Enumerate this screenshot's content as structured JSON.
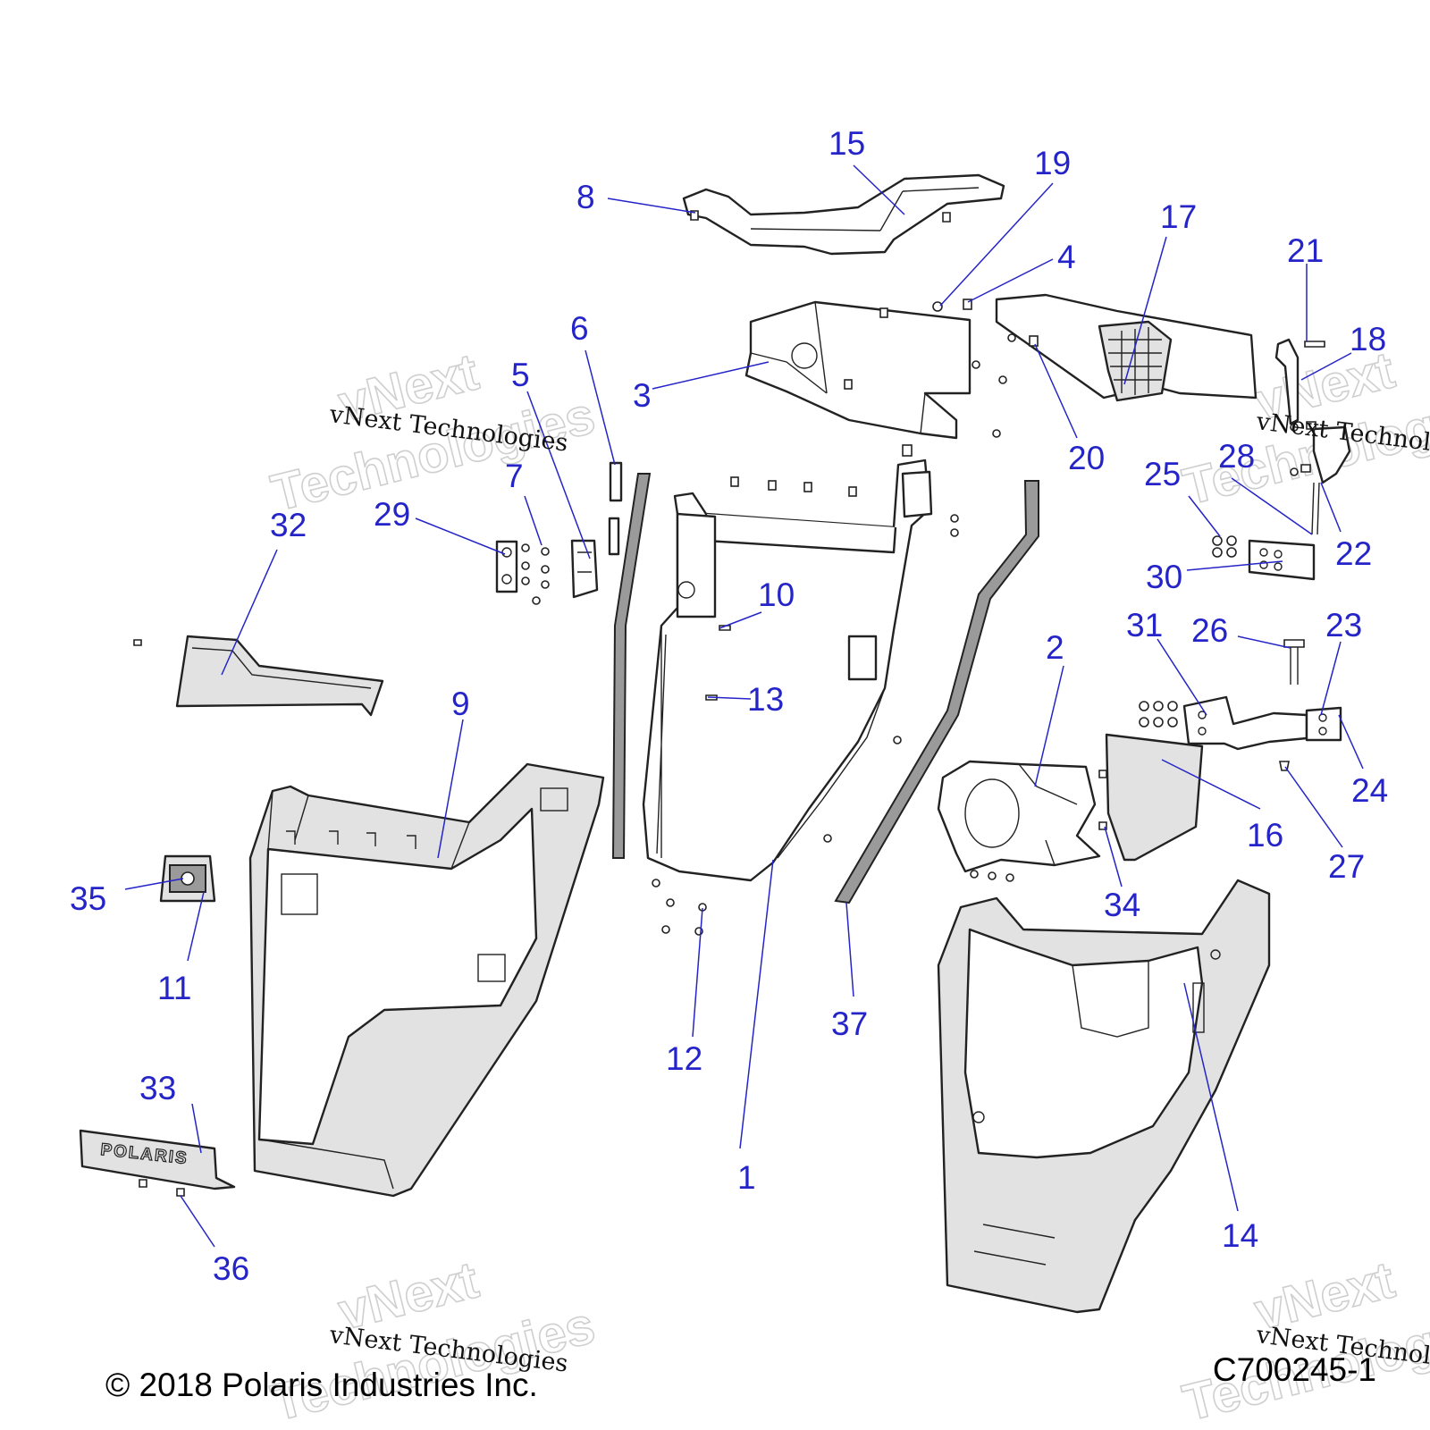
{
  "diagram": {
    "callouts": [
      "1",
      "2",
      "3",
      "4",
      "5",
      "6",
      "7",
      "8",
      "9",
      "10",
      "11",
      "12",
      "13",
      "14",
      "15",
      "16",
      "17",
      "18",
      "19",
      "20",
      "21",
      "22",
      "23",
      "24",
      "25",
      "26",
      "27",
      "28",
      "29",
      "30",
      "31",
      "32",
      "33",
      "34",
      "35",
      "36",
      "37"
    ],
    "logo_text": "POLARIS",
    "watermark": {
      "text": "vNext Technologies",
      "ghost_word_1": "vNext",
      "ghost_word_2": "Technologies"
    }
  },
  "footer": {
    "copyright": "© 2018 Polaris Industries Inc.",
    "drawing_id": "C700245-1"
  },
  "colors": {
    "callout": "#2424c8",
    "line": "#222222",
    "shade": "#e2e2e2"
  }
}
